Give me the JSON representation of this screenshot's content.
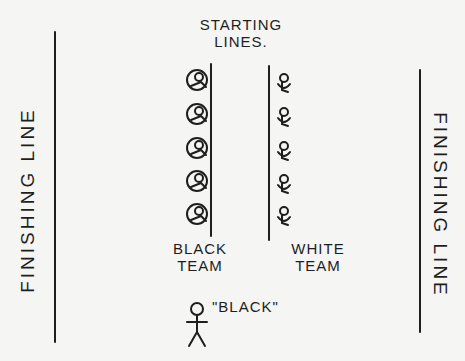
{
  "diagram": {
    "labels": [
      "STARTING LINES.",
      "FINISHING LINE",
      "FINISHING LINE",
      "BLACK TEAM",
      "WHITE TEAM",
      "\"BLACK\""
    ]
  }
}
